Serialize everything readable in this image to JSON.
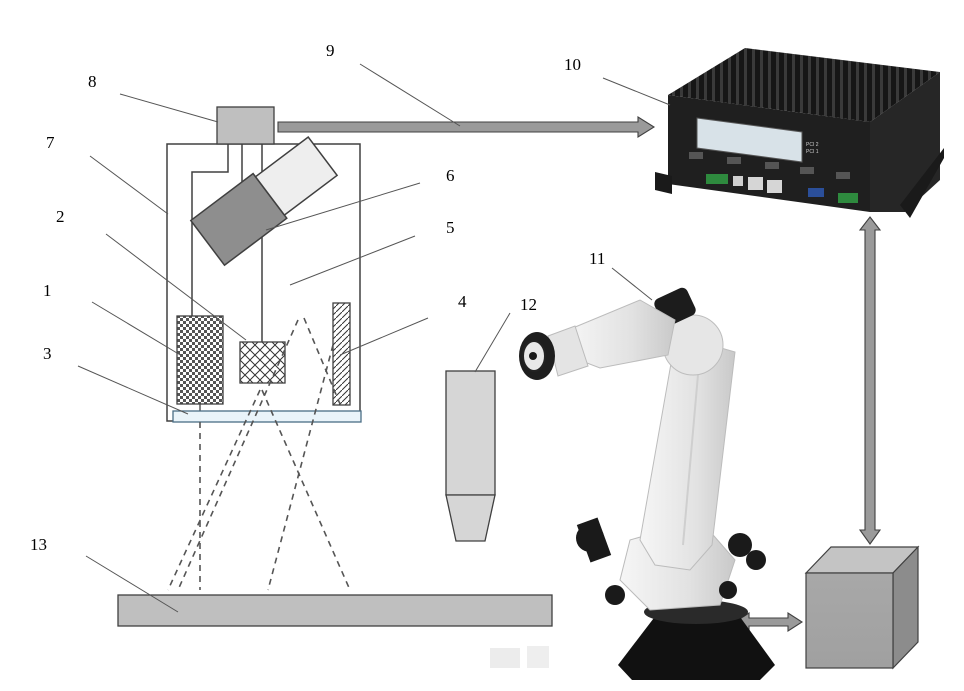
{
  "labels": {
    "l1": "1",
    "l2": "2",
    "l3": "3",
    "l4": "4",
    "l5": "5",
    "l6": "6",
    "l7": "7",
    "l8": "8",
    "l9": "9",
    "l10": "10",
    "l11": "11",
    "l12": "12",
    "l13": "13"
  },
  "computer": {
    "slot_labels": [
      "PCI 2",
      "PCI 1"
    ]
  },
  "colors": {
    "box_fill": "#bfbfbf",
    "box_stroke": "#404040",
    "arrow_fill": "#9a9a9a",
    "glass_fill": "#eaf4fa",
    "glass_stroke": "#4a6e86",
    "computer_body": "#1f1f1f",
    "robot_body": "#ececec",
    "robot_dark": "#1a1a1a"
  }
}
